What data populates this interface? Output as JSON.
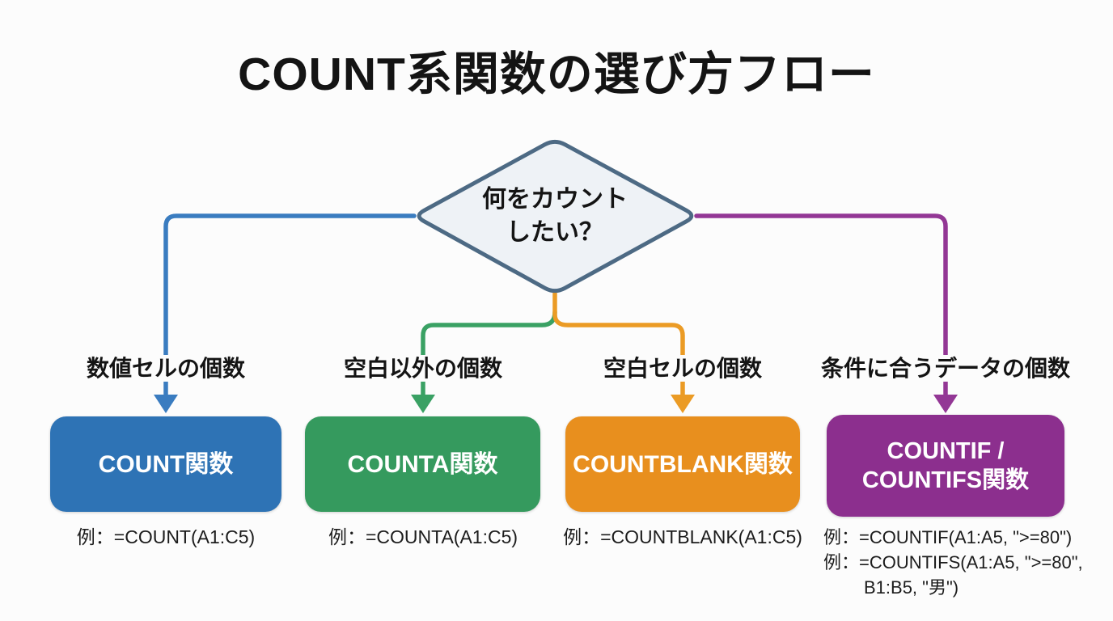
{
  "page": {
    "background_color": "#fcfcfc",
    "text_color": "#141414"
  },
  "title": "COUNT系関数の選び方フロー",
  "decision": {
    "line1": "何をカウント",
    "line2": "したい？",
    "fill_color": "#eef2f6",
    "border_color": "#4d6a84"
  },
  "branches": [
    {
      "label": "数値セルの個数",
      "box_lines": [
        "COUNT関数"
      ],
      "example_lines": [
        "例：=COUNT(A1:C5)"
      ],
      "box_color": "#2e73b5",
      "line_color": "#3a7cc0"
    },
    {
      "label": "空白以外の個数",
      "box_lines": [
        "COUNTA関数"
      ],
      "example_lines": [
        "例：=COUNTA(A1:C5)"
      ],
      "box_color": "#359a5e",
      "line_color": "#3aa164"
    },
    {
      "label": "空白セルの個数",
      "box_lines": [
        "COUNTBLANK関数"
      ],
      "example_lines": [
        "例：=COUNTBLANK(A1:C5)"
      ],
      "box_color": "#e88f1e",
      "line_color": "#eb9b25"
    },
    {
      "label": "条件に合うデータの個数",
      "box_lines": [
        "COUNTIF /",
        "COUNTIFS関数"
      ],
      "example_lines": [
        "例：=COUNTIF(A1:A5, \">=80\")",
        "例：=COUNTIFS(A1:A5, \">=80\",",
        "B1:B5, \"男\")"
      ],
      "box_color": "#8c2f8e",
      "line_color": "#933795"
    }
  ]
}
